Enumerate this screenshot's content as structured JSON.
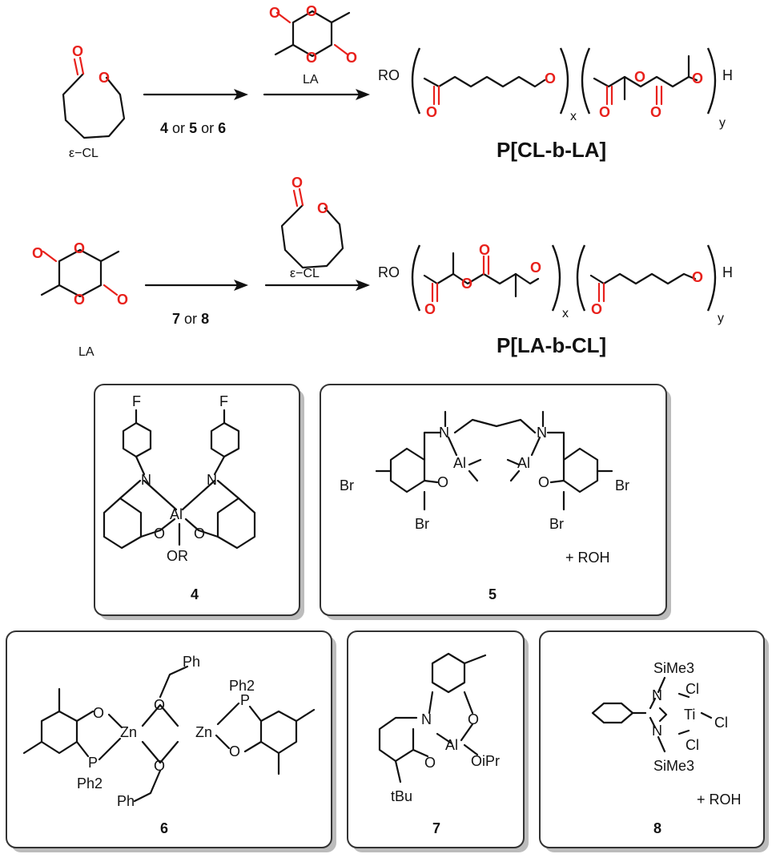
{
  "scheme1": {
    "monomer1_label": "ε−CL",
    "monomer2_label": "LA",
    "catalysts_a": "4",
    "catalysts_or1": "or",
    "catalysts_b": "5",
    "catalysts_or2": "or",
    "catalysts_c": "6",
    "product_end": "RO",
    "product_h": "H",
    "sub_x": "x",
    "sub_y": "y",
    "product_name": "P[CL-b-LA]"
  },
  "scheme2": {
    "monomer1_label": "LA",
    "monomer2_label": "ε−CL",
    "catalysts_a": "7",
    "catalysts_or": "or",
    "catalysts_b": "8",
    "product_end": "RO",
    "product_h": "H",
    "sub_x": "x",
    "sub_y": "y",
    "product_name": "P[LA-b-CL]"
  },
  "catalysts": {
    "c4": {
      "number": "4",
      "atoms": {
        "f": "F",
        "n": "N",
        "al": "Al",
        "o": "O",
        "or": "OR"
      }
    },
    "c5": {
      "number": "5",
      "atoms": {
        "br": "Br",
        "n": "N",
        "al": "Al",
        "o": "O"
      },
      "cocat": "+ ROH"
    },
    "c6": {
      "number": "6",
      "atoms": {
        "o": "O",
        "zn": "Zn",
        "p": "P",
        "ph": "Ph",
        "ph2": "Ph2"
      }
    },
    "c7": {
      "number": "7",
      "atoms": {
        "n": "N",
        "al": "Al",
        "o": "O",
        "oipr": "OiPr",
        "tbu": "tBu"
      }
    },
    "c8": {
      "number": "8",
      "atoms": {
        "sime3": "SiMe3",
        "n": "N",
        "ti": "Ti",
        "cl": "Cl"
      },
      "cocat": "+ ROH"
    }
  },
  "colors": {
    "oxygen": "#e8211c",
    "bond": "#111111",
    "box_border": "#333333",
    "box_shadow": "#bcbcbc"
  }
}
